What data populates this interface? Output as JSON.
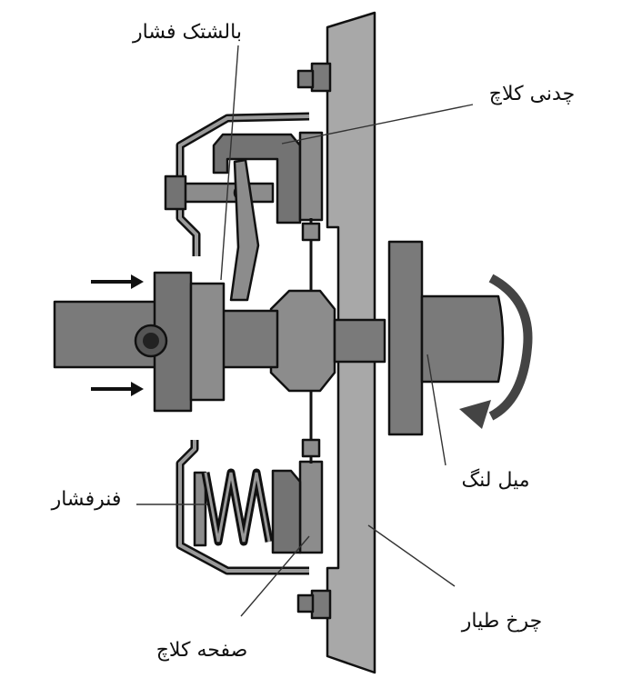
{
  "labels": {
    "pressure_plate": "بالشتک فشار",
    "clutch_cover": "چدنی کلاچ",
    "spring": "فنرفشار",
    "crankshaft": "میل لنگ",
    "clutch_disc": "صفحه کلاچ",
    "flywheel": "چرخ طیار"
  },
  "colors": {
    "flywheel": "#a8a8a8",
    "parts_dark": "#737373",
    "parts_mid": "#8c8c8c",
    "shaft": "#7a7a7a",
    "outline": "#111111"
  }
}
